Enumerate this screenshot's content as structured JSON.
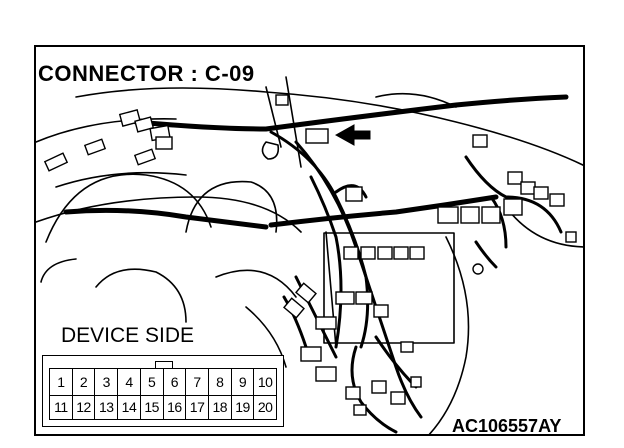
{
  "title": "CONNECTOR : C-09",
  "device_label": "DEVICE SIDE",
  "figure_code": "AC106557AY",
  "connector": {
    "row1": [
      "1",
      "2",
      "3",
      "4",
      "5",
      "6",
      "7",
      "8",
      "9",
      "10"
    ],
    "row2": [
      "11",
      "12",
      "13",
      "14",
      "15",
      "16",
      "17",
      "18",
      "19",
      "20"
    ]
  }
}
